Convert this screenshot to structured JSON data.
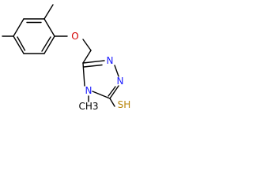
{
  "molecule": {
    "atoms": {
      "oxygen": "O",
      "n1": "N",
      "n2": "N",
      "n4": "N",
      "methyl_n": "CH3",
      "thiol": "SH"
    },
    "colors": {
      "oxygen": "#d40000",
      "nitrogen": "#1a1aff",
      "sulfur": "#b8860b",
      "bond": "#000000"
    }
  }
}
